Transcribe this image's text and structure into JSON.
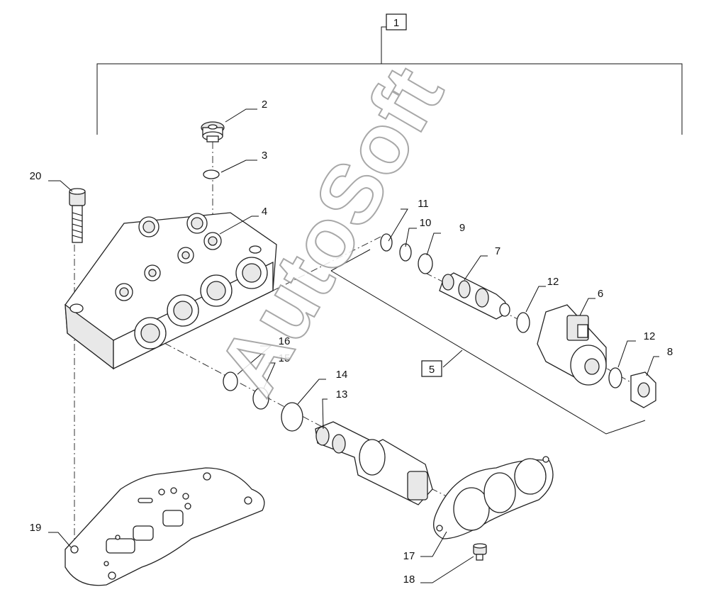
{
  "watermark": "AutoSoft",
  "labels": {
    "p1": "1",
    "p2": "2",
    "p3": "3",
    "p4": "4",
    "p5": "5",
    "p6": "6",
    "p7": "7",
    "p8": "8",
    "p9": "9",
    "p10": "10",
    "p11": "11",
    "p12a": "12",
    "p12b": "12",
    "p13": "13",
    "p14": "14",
    "p15": "15",
    "p16": "16",
    "p17": "17",
    "p18": "18",
    "p19": "19",
    "p20": "20"
  }
}
